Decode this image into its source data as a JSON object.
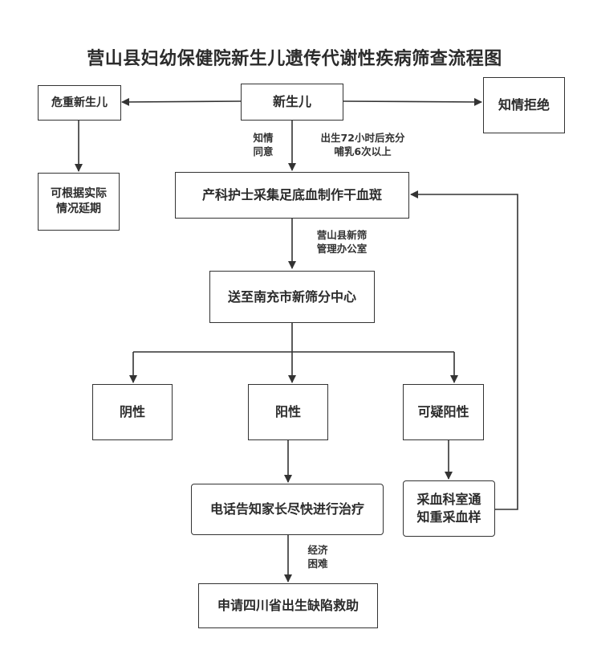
{
  "diagram": {
    "title": "营山县妇幼保健院新生儿遗传代谢性疾病筛查流程图",
    "nodes": {
      "newborn": "新生儿",
      "critical": "危重新生儿",
      "refuse": "知情拒绝",
      "delay": "可根据实际\n情况延期",
      "collect": "产科护士采集足底血制作干血斑",
      "send": "送至南充市新筛分中心",
      "negative": "阴性",
      "positive": "阳性",
      "suspect": "可疑阳性",
      "notify": "电话告知家长尽快进行治疗",
      "recall": "采血科室通\n知重采血样",
      "aid": "申请四川省出生缺陷救助"
    },
    "edge_labels": {
      "consent": "知情\n同意",
      "timing": "出生72小时后充分\n哺乳6次以上",
      "office": "营山县新筛\n管理办公室",
      "hardship": "经济\n困难"
    }
  }
}
